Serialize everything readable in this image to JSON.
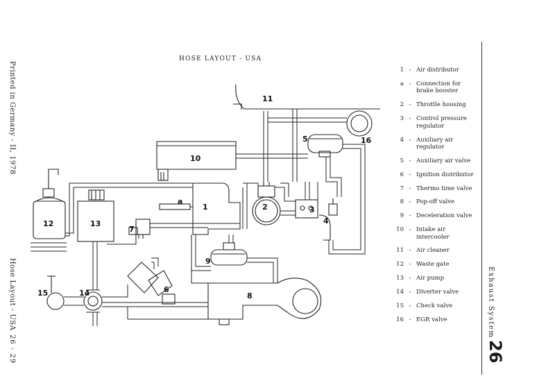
{
  "header": {
    "title": "HOSE LAYOUT - USA"
  },
  "margins": {
    "printed": "Printed in Germany - II, 1978",
    "section_title": "Hose Layout - USA",
    "page_number": "26 - 29",
    "chapter_title": "Exhaust System",
    "chapter_number": "26"
  },
  "legend": [
    {
      "num": "1",
      "text": "Air distributor"
    },
    {
      "num": "a",
      "text": "Connection for brake booster"
    },
    {
      "num": "2",
      "text": "Throttle housing"
    },
    {
      "num": "3",
      "text": "Control pressure regulator"
    },
    {
      "num": "4",
      "text": "Auxiliary air regulator"
    },
    {
      "num": "5",
      "text": "Auxiliary air valve"
    },
    {
      "num": "6",
      "text": "Ignition distributor"
    },
    {
      "num": "7",
      "text": "Thermo time valve"
    },
    {
      "num": "8",
      "text": "Pop-off valve"
    },
    {
      "num": "9",
      "text": "Deceleration valve"
    },
    {
      "num": "10",
      "text": "Intake air intercooler"
    },
    {
      "num": "11",
      "text": "Air cleaner"
    },
    {
      "num": "12",
      "text": "Waste gate"
    },
    {
      "num": "13",
      "text": "Air pump"
    },
    {
      "num": "14",
      "text": "Diverter valve"
    },
    {
      "num": "15",
      "text": "Check valve"
    },
    {
      "num": "16",
      "text": "EGR valve"
    }
  ],
  "diagram_labels": {
    "l1": "1",
    "la": "a",
    "l2": "2",
    "l3": "3",
    "l4": "4",
    "l5": "5",
    "l6": "6",
    "l7": "7",
    "l8": "8",
    "l9": "9",
    "l10": "10",
    "l11": "11",
    "l12": "12",
    "l13": "13",
    "l14": "14",
    "l15": "15",
    "l16": "16"
  }
}
